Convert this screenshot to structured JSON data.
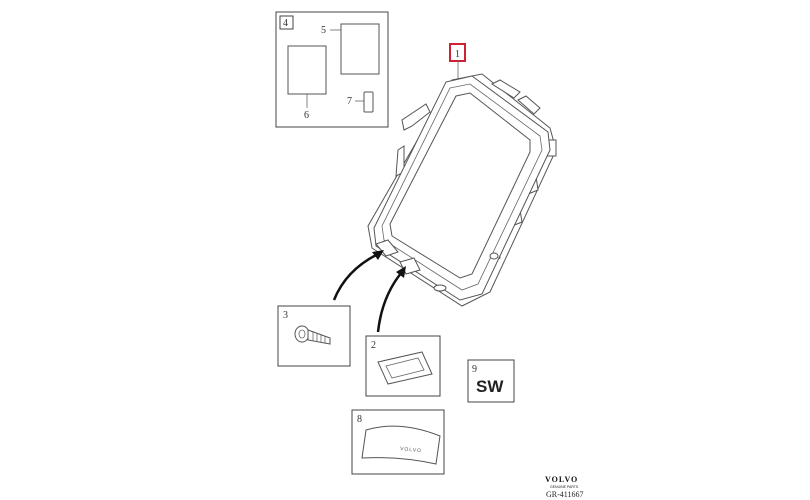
{
  "callouts": {
    "p1": "1",
    "p2": "2",
    "p3": "3",
    "p4": "4",
    "p5": "5",
    "p6": "6",
    "p7": "7",
    "p8": "8",
    "p9": "9"
  },
  "sw_label": "SW",
  "emboss_text": "VOLVO",
  "footer": {
    "brand": "VOLVO",
    "brand_sub": "GENUINE PARTS",
    "ref": "GR-411667"
  },
  "colors": {
    "highlight": "#cc2233",
    "line": "#444444"
  }
}
